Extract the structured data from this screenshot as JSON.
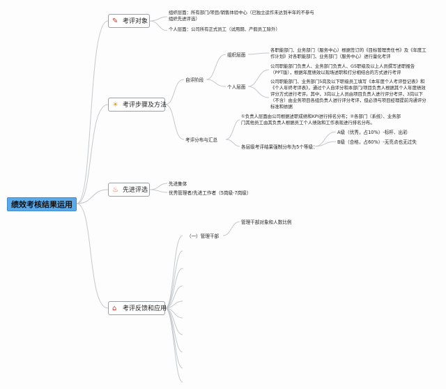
{
  "root": "绩效考核结果运用",
  "branches": {
    "obj": {
      "label": "考评对象",
      "icon": "pencil-icon"
    },
    "step": {
      "label": "考评步骤及方法",
      "icon": "sun-icon"
    },
    "adv": {
      "label": "先进评选",
      "icon": "fire-icon"
    },
    "feed": {
      "label": "考评反馈和应用",
      "icon": "home-icon"
    }
  },
  "obj": {
    "org": "组织层面：所有部门/项目/销售体验中心（已独立运作未达到半年的不参与组织先进评选）",
    "person": "个人层面：公司所有正式员工（试用期、产假员工除外）"
  },
  "step": {
    "self": "自评阶段",
    "org_label": "组织层面",
    "org_text": "各职能部门、业务部门（服务中心）根据签订的《目标管理责任书》及《年度工作计划》对各职能部门、业务部门（服务中心）进行量化考评",
    "person_label": "个人层面",
    "person_text1": "公司职能部门负责人、业务部门负责人、G5职级及以上人员撰写述职报告（PPT版），根据年度绩效以现场述职和打分相结合的方式进行考评",
    "person_text2": "公司职能部门、业务部门5岗及以下职级员工填写《本年度个人考评登记表》和《个人年终考评表》，通过个人自评分和本部门/项目负责人根据其个人年度绩效评分方式进行考评。其中，3岗以上人员由项目负责人进行评分考评，3岗以下（不含）由业务项目各组负责人进行评分考评，但必须与项目经理提前沟通评分标准和依据",
    "dist": "考评分布与汇总",
    "dist_text": "①负责人层面由公司根据述职成绩和KPI进行排名分布；②各部门（系统）、业务部门其他员工由其负责人根据员工个人绩效和工作表现进行排名分布。",
    "grade_label": "各层级考评结果强制分布为5个等级：",
    "grade_a": "A级（优秀，占10%）-标杆、出彩",
    "grade_b": "B级（合格，占60%）-无亮点也无过失"
  },
  "adv": {
    "item1": "先进集体",
    "item2": "优秀管理者/先进工作者（5岗级-7岗级）"
  },
  "feed": {
    "cadre": "（一）管理干部",
    "cadre_text": "管理干部对象和人数比例"
  }
}
